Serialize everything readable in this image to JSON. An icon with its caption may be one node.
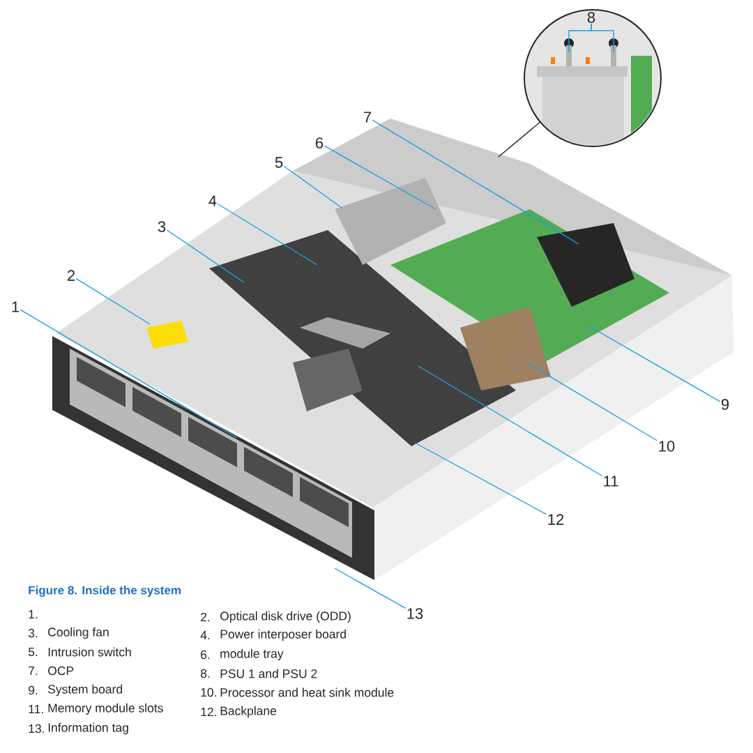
{
  "diagram": {
    "title": "Figure 8. Inside the system",
    "nodes": [
      {
        "text": [
          "1"
        ]
      },
      {
        "text": [
          "2"
        ]
      },
      {
        "text": [
          "3"
        ]
      },
      {
        "text": [
          "4"
        ]
      },
      {
        "text": [
          "5"
        ]
      },
      {
        "text": [
          "6"
        ]
      },
      {
        "text": [
          "7"
        ]
      },
      {
        "text": [],
        "shape": "picture"
      },
      {
        "text": [
          "8"
        ],
        "in": 7
      },
      {
        "text": [
          "9"
        ]
      },
      {
        "text": [
          "10"
        ]
      },
      {
        "text": [
          "11"
        ]
      },
      {
        "text": [
          "12"
        ]
      },
      {
        "text": [
          "13"
        ]
      }
    ],
    "edges": [
      {
        "from": 0,
        "to": null,
        "arrow": "none"
      },
      {
        "from": 1,
        "to": null,
        "arrow": "none"
      },
      {
        "from": 2,
        "to": null,
        "arrow": "none"
      },
      {
        "from": 3,
        "to": null,
        "arrow": "none"
      },
      {
        "from": 4,
        "to": null,
        "arrow": "none"
      },
      {
        "from": 5,
        "to": null,
        "arrow": "none"
      },
      {
        "from": 6,
        "to": null,
        "arrow": "none"
      },
      {
        "from": 8,
        "to": null,
        "arrow": "none"
      },
      {
        "from": 8,
        "to": null,
        "arrow": "none"
      },
      {
        "from": 9,
        "to": null,
        "arrow": "none"
      },
      {
        "from": 10,
        "to": null,
        "arrow": "none"
      },
      {
        "from": 11,
        "to": null,
        "arrow": "none"
      },
      {
        "from": 12,
        "to": null,
        "arrow": "none"
      },
      {
        "from": 13,
        "to": null,
        "arrow": "none"
      },
      {
        "from": 7,
        "to": null,
        "arrow": "none",
        "color": "#222222"
      }
    ],
    "labels": [
      "1.",
      "2.",
      "Optical disk drive (ODD)",
      "3.",
      "Cooling fan",
      "4.",
      "Power interposer board",
      "5.",
      "Intrusion switch",
      "6.",
      "module tray",
      "7.",
      "OCP",
      "8.",
      "PSU 1 and PSU 2",
      "9.",
      "System board",
      "10.",
      "Processor and heat sink module",
      "11.",
      "Memory module slots",
      "12.",
      "Backplane",
      "13.",
      "Information tag"
    ]
  }
}
